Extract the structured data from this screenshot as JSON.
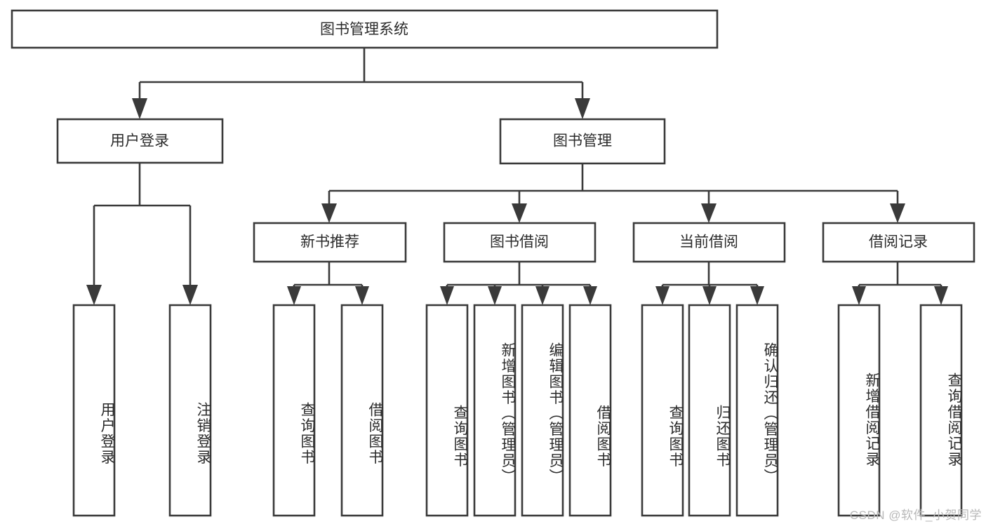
{
  "diagram": {
    "title": "图书管理系统",
    "watermark": "CSDN @软件_小贺同学",
    "colors": {
      "background": "#ffffff",
      "box_fill": "#ffffff",
      "box_stroke": "#3a3a3a",
      "text": "#2b2b2b",
      "connector": "#3a3a3a",
      "watermark_text": "#b8b8b8"
    },
    "root": {
      "label": "图书管理系统"
    },
    "level2": [
      {
        "label": "用户登录"
      },
      {
        "label": "图书管理"
      }
    ],
    "level3": [
      {
        "label": "新书推荐"
      },
      {
        "label": "图书借阅"
      },
      {
        "label": "当前借阅"
      },
      {
        "label": "借阅记录"
      }
    ],
    "leaves": {
      "user_login": [
        {
          "label": "用户登录"
        },
        {
          "label": "注销登录"
        }
      ],
      "new_book_recommend": [
        {
          "label": "查询图书"
        },
        {
          "label": "借阅图书"
        }
      ],
      "book_borrow": [
        {
          "label": "查询图书"
        },
        {
          "label": "新增图书（管理员）"
        },
        {
          "label": "编辑图书（管理员）"
        },
        {
          "label": "借阅图书"
        }
      ],
      "current_borrow": [
        {
          "label": "查询图书"
        },
        {
          "label": "归还图书"
        },
        {
          "label": "确认归还（管理员）"
        }
      ],
      "borrow_record": [
        {
          "label": "新增借阅记录"
        },
        {
          "label": "查询借阅记录"
        }
      ]
    }
  }
}
